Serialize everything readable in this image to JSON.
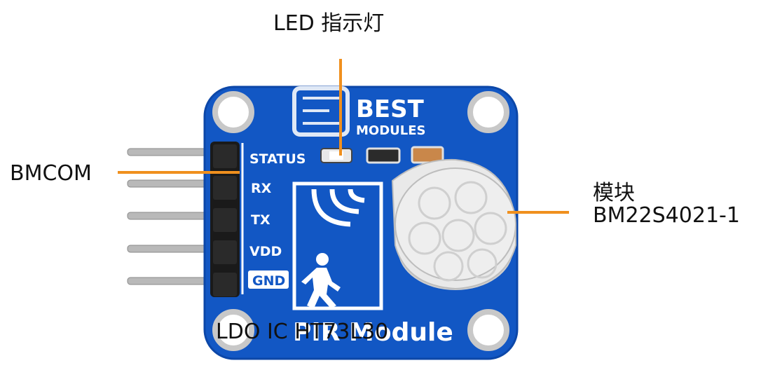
{
  "callouts": {
    "led": "LED 指示灯",
    "bmcom": "BMCOM",
    "module_line1": "模块",
    "module_line2": "BM22S4021-1",
    "ldo": "LDO IC HT73L30"
  },
  "board": {
    "brand_line1": "BEST",
    "brand_line2": "MODULES",
    "status_label": "STATUS",
    "pins": [
      "RX",
      "TX",
      "VDD",
      "GND"
    ],
    "title": "PIR Module"
  },
  "colors": {
    "board": "#1257c4",
    "callout_line": "#f0901e",
    "pcb_edge": "#0c47a8",
    "sensor": "#e6e6e6"
  }
}
